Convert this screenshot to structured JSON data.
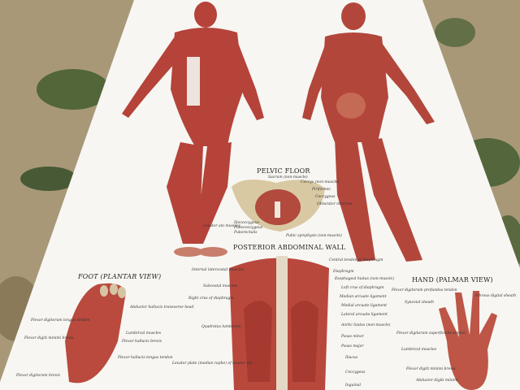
{
  "poster": {
    "headings": {
      "pelvic_floor": "PELVIC FLOOR",
      "posterior_abdominal_wall": "POSTERIOR ABDOMINAL WALL",
      "foot": "FOOT (PLANTAR VIEW)",
      "hand": "HAND (PALMAR VIEW)"
    },
    "pelvic_labels": [
      "Sacrum (non-muscle)",
      "Coccyx (non-muscle)",
      "Piriformis",
      "Coccygeus",
      "Obturator internus",
      "Levator ani muscles",
      "Iliococcygeus",
      "Pubococcygeus",
      "Puborectalis",
      "Pubic symphysis (non-muscle)"
    ],
    "abdominal_labels_left": [
      "Internal intercostal muscles",
      "Subcostal muscles",
      "Right crus of diaphragm",
      "Quadratus lumborum",
      "Levator plate (median raphe) of levator ani"
    ],
    "abdominal_labels_right": [
      "Central tendon of diaphragm",
      "Diaphragm",
      "Esophageal hiatus (non-muscle)",
      "Left crus of diaphragm",
      "Median arcuate ligament",
      "Medial arcuate ligament",
      "Lateral arcuate ligament",
      "Aortic hiatus (non-muscle)",
      "Psoas minor",
      "Psoas major",
      "Iliacus",
      "Coccygeus",
      "Inguinal"
    ],
    "foot_labels": [
      "Abductor hallucis transverse head",
      "Lumbrical muscles",
      "Flexor hallucis brevis",
      "Flexor hallucis longus tendon",
      "Flexor digitorum longus tendon",
      "Flexor digiti minimi brevis",
      "Flexor digitorum brevis"
    ],
    "hand_labels": [
      "Flexor digitorum profundus tendon",
      "Fibrous digital sheath",
      "Synovial sheath",
      "Flexor digitorum superficialis tendon",
      "Lumbrical muscles",
      "Flexor digiti minimi brevis",
      "Abductor digiti minimi"
    ]
  },
  "colors": {
    "muscle": "#b5433a",
    "bone": "#d8c9a3",
    "paper": "#f7f6f2",
    "carpet": "#a6977a",
    "carpet_green": "#3f5a2c"
  }
}
